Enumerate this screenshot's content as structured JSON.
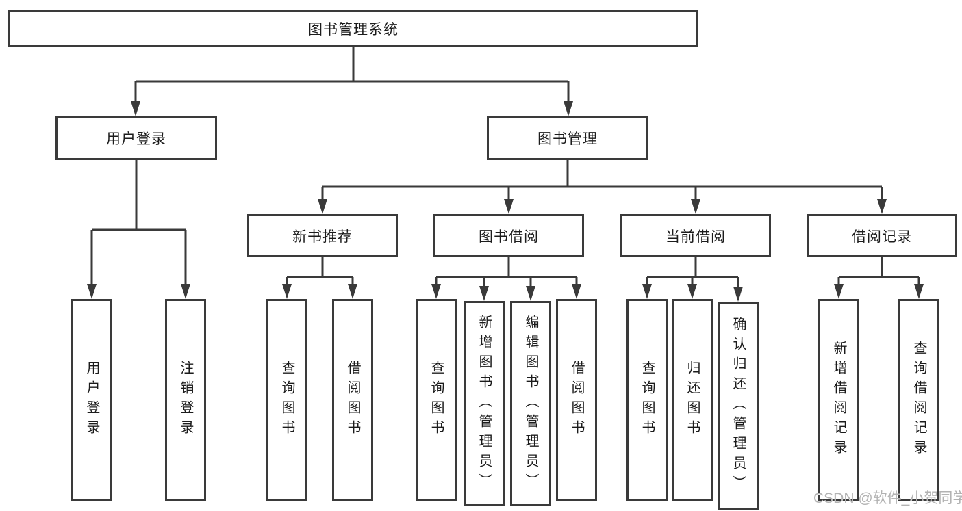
{
  "tree": {
    "root": {
      "label": "图书管理系统",
      "children": [
        {
          "label": "用户登录",
          "children": [
            {
              "label": "用户登录"
            },
            {
              "label": "注销登录"
            }
          ]
        },
        {
          "label": "图书管理",
          "children": [
            {
              "label": "新书推荐",
              "children": [
                {
                  "label": "查询图书"
                },
                {
                  "label": "借阅图书"
                }
              ]
            },
            {
              "label": "图书借阅",
              "children": [
                {
                  "label": "查询图书"
                },
                {
                  "label": "新增图书（管理员）"
                },
                {
                  "label": "编辑图书（管理员）"
                },
                {
                  "label": "借阅图书"
                }
              ]
            },
            {
              "label": "当前借阅",
              "children": [
                {
                  "label": "查询图书"
                },
                {
                  "label": "归还图书"
                },
                {
                  "label": "确认归还（管理员）"
                }
              ]
            },
            {
              "label": "借阅记录",
              "children": [
                {
                  "label": "新增借阅记录"
                },
                {
                  "label": "查询借阅记录"
                }
              ]
            }
          ]
        }
      ]
    }
  },
  "watermark": {
    "text": "CSDN @软件_小贺同学"
  },
  "colors": {
    "line": "#3a3a3a",
    "text": "#1c1c1c",
    "watermark": "#b3b3b3",
    "background": "#ffffff"
  }
}
